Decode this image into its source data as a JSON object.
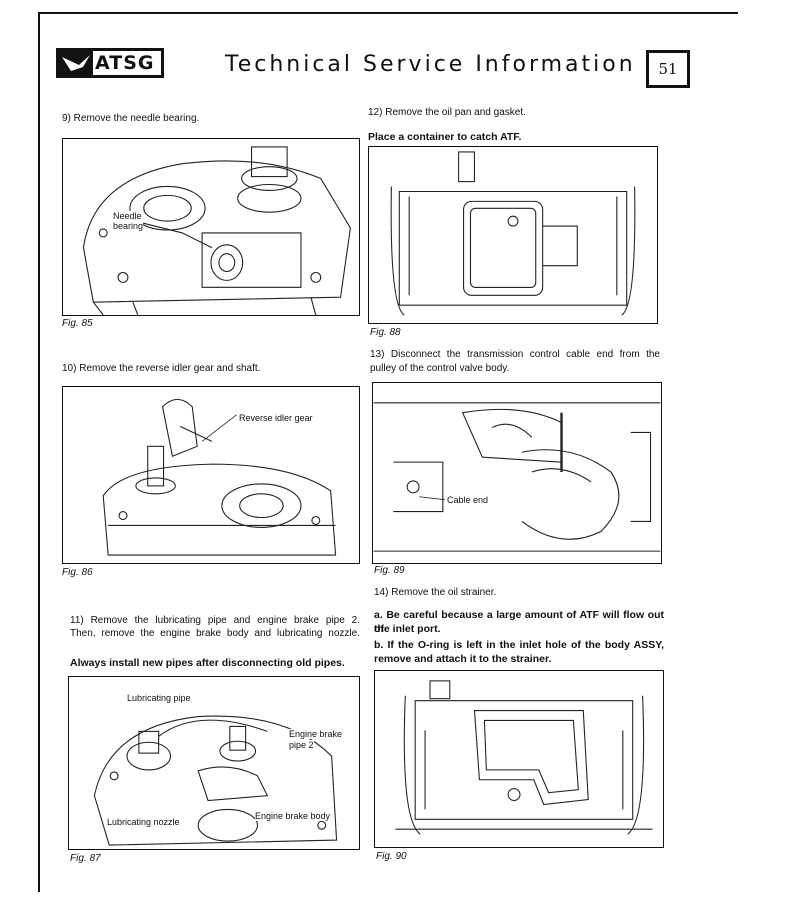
{
  "header": {
    "logo_text": "ATSG",
    "title": "Technical Service Information",
    "page_number": "51"
  },
  "left_column": {
    "step9": "9)  Remove the needle bearing.",
    "fig85": {
      "label": "Fig. 85",
      "callouts": [
        "Needle",
        "bearing"
      ]
    },
    "step10": "10)  Remove the reverse idler gear and shaft.",
    "fig86": {
      "label": "Fig. 86",
      "callouts": [
        "Reverse idler gear"
      ]
    },
    "step11_line1": "11)  Remove the lubricating pipe and engine brake pipe 2.",
    "step11_line2": "Then, remove the engine brake body and lubricating nozzle.",
    "note11": "Always install new pipes after disconnecting old pipes.",
    "fig87": {
      "label": "Fig. 87",
      "callouts": [
        "Lubricating pipe",
        "Engine brake",
        "pipe 2",
        "Lubricating nozzle",
        "Engine brake body"
      ]
    }
  },
  "right_column": {
    "step12": "12)  Remove the oil pan and gasket.",
    "note12": "Place a container to catch ATF.",
    "fig88": {
      "label": "Fig. 88"
    },
    "step13_line1": "13)  Disconnect the transmission control cable end from the",
    "step13_line2": "pulley of the control valve body.",
    "fig89": {
      "label": "Fig. 89",
      "callouts": [
        "Cable end"
      ]
    },
    "step14": "14)  Remove the oil strainer.",
    "note14a_line1": "a.  Be careful because a large amount of ATF will flow out of",
    "note14a_line2": "the inlet port.",
    "note14b_line1": "b.  If the O-ring is left in the inlet hole of the body ASSY,",
    "note14b_line2": "remove and attach it to the strainer.",
    "fig90": {
      "label": "Fig. 90"
    }
  }
}
